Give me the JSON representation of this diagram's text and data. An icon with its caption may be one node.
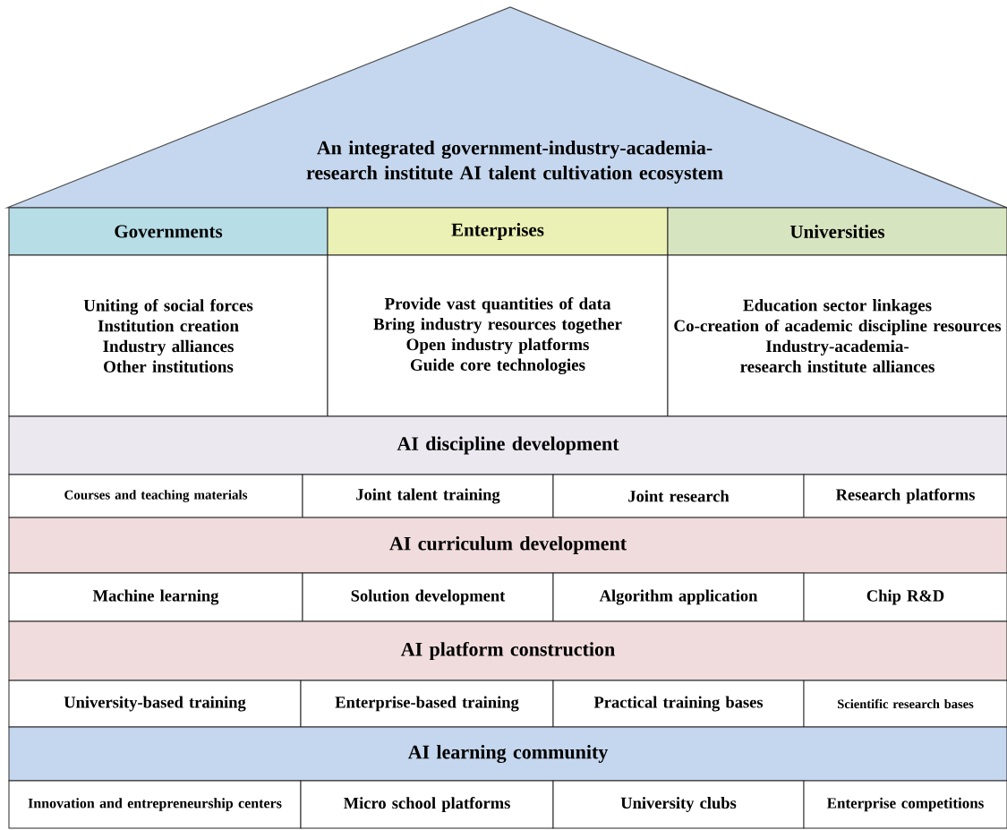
{
  "diagram": {
    "nodes": [
      {
        "text": [
          "An integrated government-industry-academia-research institute AI talent cultivation ecosystem"
        ]
      },
      {
        "text": [
          "Governments"
        ]
      },
      {
        "text": [
          "Enterprises"
        ]
      },
      {
        "text": [
          "Universities"
        ]
      },
      {
        "text": [
          "Uniting of social forces",
          "Institution creation",
          "Industry alliances",
          "Other institutions"
        ]
      },
      {
        "text": [
          "Provide vast quantities of data",
          "Bring industry resources together",
          "Open industry platforms",
          "Guide core technologies"
        ]
      },
      {
        "text": [
          "Education sector linkages",
          "Co-creation of academic discipline resources",
          "Industry-academia-research institute alliances"
        ]
      },
      {
        "text": [
          "AI discipline development"
        ]
      },
      {
        "text": [
          "Courses and teaching materials"
        ]
      },
      {
        "text": [
          "Joint talent training"
        ]
      },
      {
        "text": [
          "Joint research"
        ]
      },
      {
        "text": [
          "Research platforms"
        ]
      },
      {
        "text": [
          "AI curriculum development"
        ]
      },
      {
        "text": [
          "Machine learning"
        ]
      },
      {
        "text": [
          "Solution development"
        ]
      },
      {
        "text": [
          "Algorithm application"
        ]
      },
      {
        "text": [
          "Chip R&D"
        ]
      },
      {
        "text": [
          "AI platform construction"
        ]
      },
      {
        "text": [
          "University-based training"
        ]
      },
      {
        "text": [
          "Enterprise-based training"
        ]
      },
      {
        "text": [
          "Practical training bases"
        ]
      },
      {
        "text": [
          "Scientific research bases"
        ]
      },
      {
        "text": [
          "AI learning community"
        ]
      },
      {
        "text": [
          "Innovation and entrepreneurship centers"
        ]
      },
      {
        "text": [
          "Micro school platforms"
        ]
      },
      {
        "text": [
          "University clubs"
        ]
      },
      {
        "text": [
          "Enterprise competitions"
        ]
      }
    ]
  }
}
